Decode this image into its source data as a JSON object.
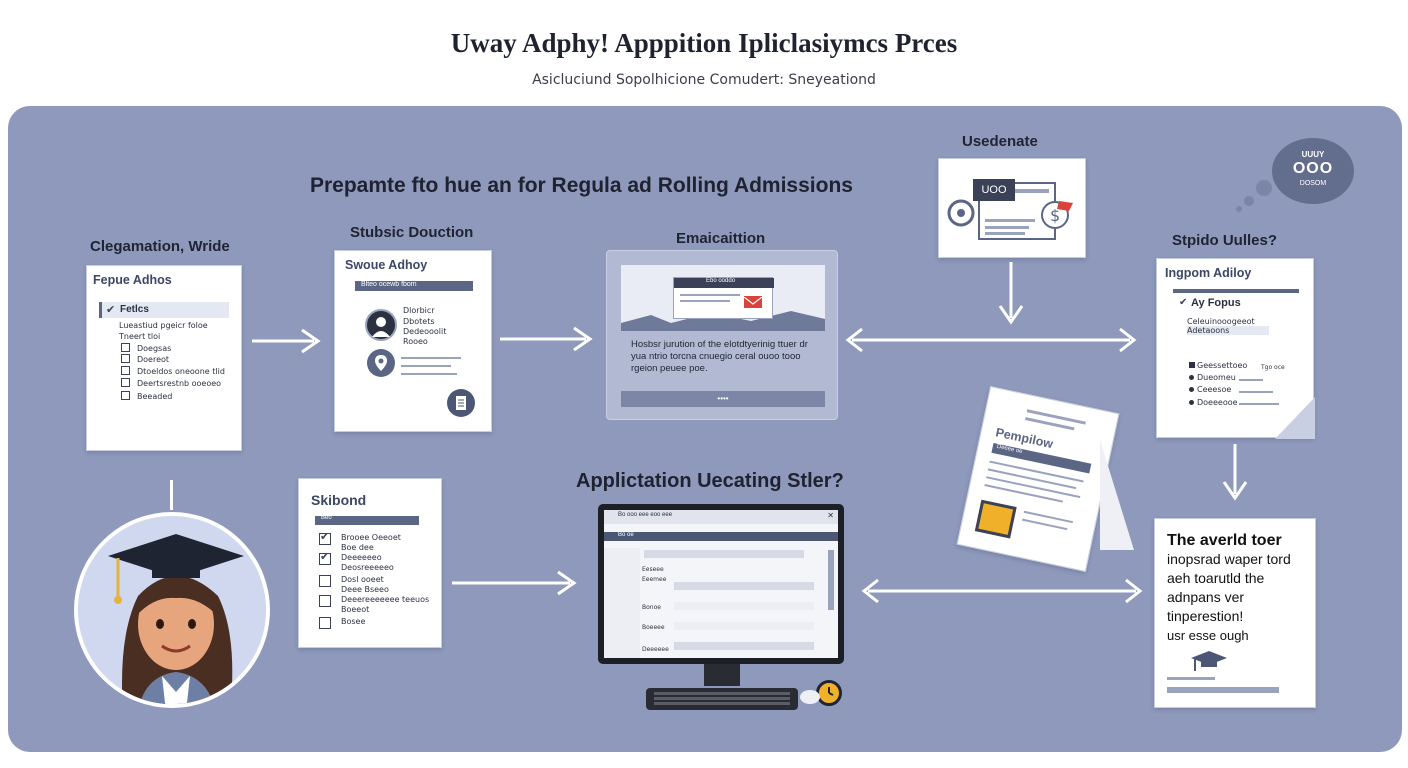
{
  "title": "Uway Adphy! Apppition  Ipliclasiymcs Prces",
  "subtitle": "Asicluciund Sopolhicione Comudert: Sneyeationd",
  "main_heading": "Prepamte fto hue an for Regula ad Rolling Admissions",
  "sub_heading": "Applictation Uecating  Stler?",
  "steps": {
    "step1": {
      "label": "Clegamation, Wride",
      "card_title": "Fepue Adhos",
      "banner": "Fetlcs",
      "lines": [
        "Lueastiud pgeicr foloe",
        "Tneert tloi",
        "Doegsas",
        "Doereot",
        "Dtoeldos oneoone tlid",
        "Deertsrestnb ooeoeo",
        "Beeaded"
      ]
    },
    "step2": {
      "label": "Stubsic Douction",
      "card_title": "Swoue Adhoy",
      "banner": "Blteo ocewb fbom",
      "lines": [
        "Dlorbicr",
        "Dbotets",
        "Dedeooolit",
        "Rooeo"
      ]
    },
    "step3": {
      "label": "Emaicaittion",
      "window_title": "Ebo ooddo",
      "body": "Hosbsr jurution of the elotdtyerinig ttuer dr yua ntrio torcna cnuegio ceral ouoo tooo rgeion peuee poe.",
      "pager": "••••"
    },
    "step4": {
      "label": "Usedenate",
      "badge": "UOO"
    },
    "step5": {
      "label": "Stpido Uulles?",
      "card_title": "Ingpom Adiloy",
      "section": "Ay Fopus",
      "lines": [
        "Celeuinooogeeot",
        "Adetaoons",
        "Geessettoeo",
        "Dueomeu",
        "Ceeesoe",
        "Doeeeooe"
      ],
      "tag": "Tgo oce"
    },
    "step6": {
      "label": "Skibond",
      "banner": "Beo",
      "lines": [
        "Brooee Oeeoet",
        "Boe dee",
        "Deeeeeeo",
        "Deosreeeeeo",
        "Dosl ooeet",
        "Deee Bseeo",
        "Deeereeeeeee teeuos",
        "Boeeot",
        "Bosee"
      ]
    },
    "step7": {
      "card_title": "Pempilow",
      "banner": "Deeee oe"
    }
  },
  "logo": {
    "top": "UUUY",
    "middle": "OOO",
    "bottom": "DOSOM"
  },
  "monitor": {
    "tab": "Bo ooo eee eoo eee",
    "header": "Bo oe",
    "rows": [
      "Eeseee",
      "Eeemee",
      "Bonoe",
      "Boeeee",
      "Deeeeee"
    ]
  },
  "callout": {
    "line1": "The averld toer",
    "line2": "inopsrad waper tord",
    "line3": "aeh toarutld the",
    "line4": "adnpans ver",
    "line5": "tinperestion!",
    "line6": "usr esse ough"
  },
  "colors": {
    "panel": "#8e99bb",
    "bar": "#5b6685",
    "accent_red": "#d9443a",
    "accent_yellow": "#f1b02a"
  }
}
